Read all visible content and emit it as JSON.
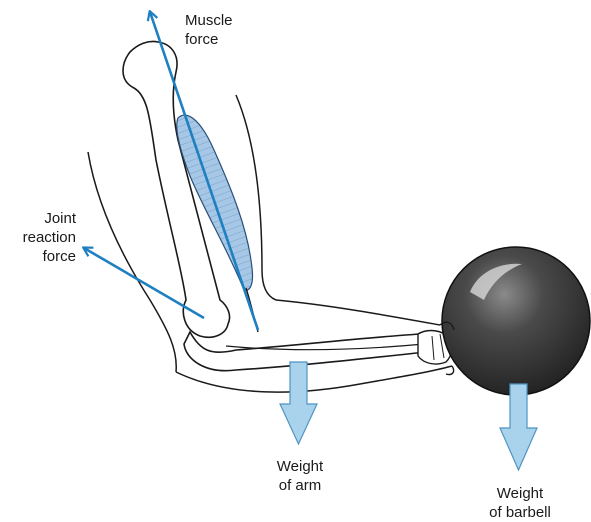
{
  "labels": {
    "muscle_force": "Muscle\nforce",
    "joint_reaction_force": "Joint\nreaction\nforce",
    "weight_of_arm": "Weight\nof arm",
    "weight_of_barbell": "Weight\nof barbell"
  },
  "colors": {
    "force_arrow": "#1e7fc1",
    "weight_arrow_fill": "#a9d3ec",
    "weight_arrow_stroke": "#4f94c2",
    "muscle_fill": "#a6c8e6",
    "barbell": "#3a3a3a",
    "outline": "#1a1a1a"
  }
}
